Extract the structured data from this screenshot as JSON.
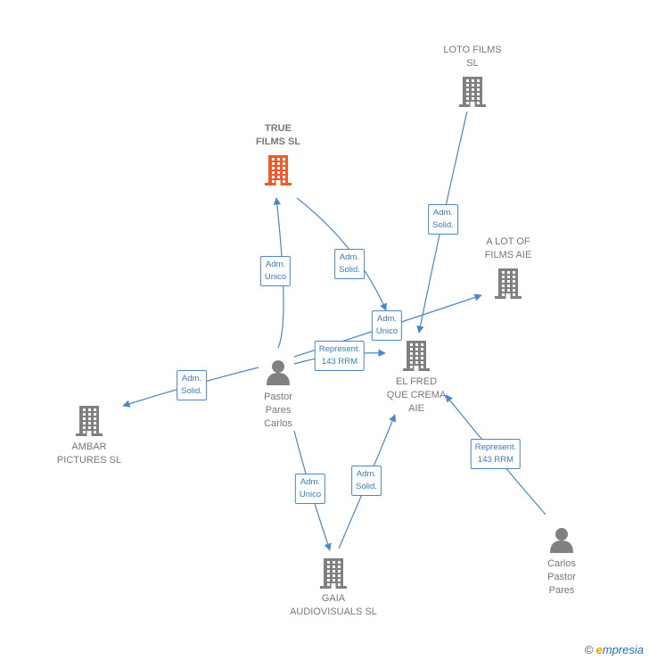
{
  "colors": {
    "edge": "#4a86c8",
    "node_default": "#808080",
    "node_highlight": "#f05a28"
  },
  "nodes": [
    {
      "id": "true-films",
      "type": "company",
      "label": [
        "TRUE",
        "FILMS  SL"
      ],
      "highlight": true
    },
    {
      "id": "loto-films",
      "type": "company",
      "label": [
        "LOTO FILMS",
        "SL"
      ],
      "highlight": false
    },
    {
      "id": "a-lot-of-films",
      "type": "company",
      "label": [
        "A LOT OF",
        "FILMS  AIE"
      ],
      "highlight": false
    },
    {
      "id": "el-fred",
      "type": "company",
      "label": [
        "EL FRED",
        "QUE CREMA",
        "AIE"
      ],
      "highlight": false
    },
    {
      "id": "ambar",
      "type": "company",
      "label": [
        "AMBAR",
        "PICTURES  SL"
      ],
      "highlight": false
    },
    {
      "id": "gaia",
      "type": "company",
      "label": [
        "GAIA",
        "AUDIOVISUALS SL"
      ],
      "highlight": false
    },
    {
      "id": "pastor-pares-carlos",
      "type": "person",
      "label": [
        "Pastor",
        "Pares",
        "Carlos"
      ],
      "highlight": false
    },
    {
      "id": "carlos-pastor-pares",
      "type": "person",
      "label": [
        "Carlos",
        "Pastor",
        "Pares"
      ],
      "highlight": false
    }
  ],
  "edges": [
    {
      "id": "e1",
      "from": "pastor-pares-carlos",
      "to": "true-films",
      "label": [
        "Adm.",
        "Unico"
      ]
    },
    {
      "id": "e2",
      "from": "true-films",
      "to": "el-fred",
      "label": [
        "Adm.",
        "Solid."
      ]
    },
    {
      "id": "e3",
      "from": "loto-films",
      "to": "el-fred",
      "label": [
        "Adm.",
        "Solid."
      ]
    },
    {
      "id": "e4",
      "from": "pastor-pares-carlos",
      "to": "a-lot-of-films",
      "label": [
        "Adm.",
        "Unico"
      ]
    },
    {
      "id": "e5",
      "from": "pastor-pares-carlos",
      "to": "el-fred",
      "label": [
        "Represent.",
        "143 RRM"
      ]
    },
    {
      "id": "e6",
      "from": "pastor-pares-carlos",
      "to": "ambar",
      "label": [
        "Adm.",
        "Solid."
      ]
    },
    {
      "id": "e7",
      "from": "pastor-pares-carlos",
      "to": "gaia",
      "label": [
        "Adm.",
        "Unico"
      ]
    },
    {
      "id": "e8",
      "from": "gaia",
      "to": "el-fred",
      "label": [
        "Adm.",
        "Solid."
      ]
    },
    {
      "id": "e9",
      "from": "carlos-pastor-pares",
      "to": "el-fred",
      "label": [
        "Represent.",
        "143 RRM"
      ]
    }
  ],
  "footer": {
    "copyright": "©",
    "brand_first": "e",
    "brand_rest": "mpresia"
  }
}
